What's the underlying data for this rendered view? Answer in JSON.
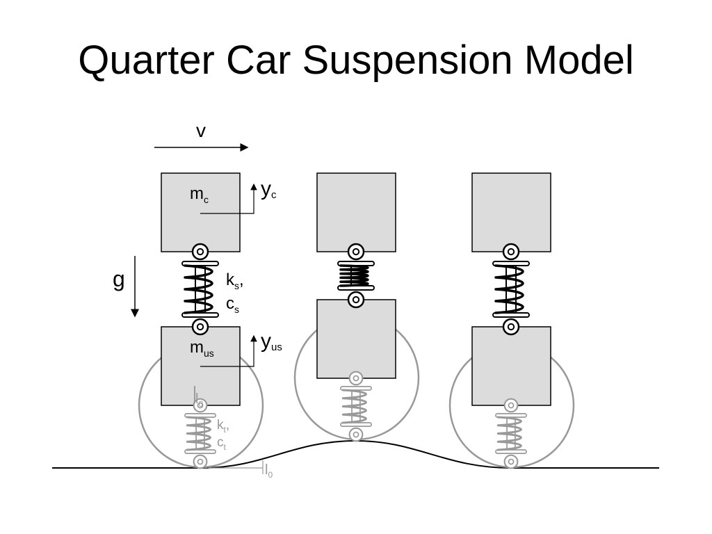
{
  "slide": {
    "title": "Quarter Car Suspension Model"
  },
  "labels": {
    "velocity": "v",
    "gravity": "g",
    "car_mass": {
      "main": "m",
      "sub": "c"
    },
    "car_disp": {
      "main": "y",
      "sub": "c"
    },
    "unsprung_mass": {
      "main": "m",
      "sub": "us"
    },
    "unsprung_disp": {
      "main": "y",
      "sub": "us"
    },
    "suspension_stiffness": {
      "main": "k",
      "sub": "s",
      "suffix": ","
    },
    "suspension_damping": {
      "main": "c",
      "sub": "s"
    },
    "tire_stiffness": {
      "main": "k",
      "sub": "t",
      "suffix": ","
    },
    "tire_damping": {
      "main": "c",
      "sub": "t"
    },
    "tire_length": {
      "main": "l",
      "sub": "0"
    },
    "road_ref": {
      "main": "l",
      "sub": "0"
    }
  },
  "colors": {
    "mass_fill": "#dcdcdc",
    "line": "#000000",
    "tire": "#999999",
    "background": "#ffffff"
  }
}
